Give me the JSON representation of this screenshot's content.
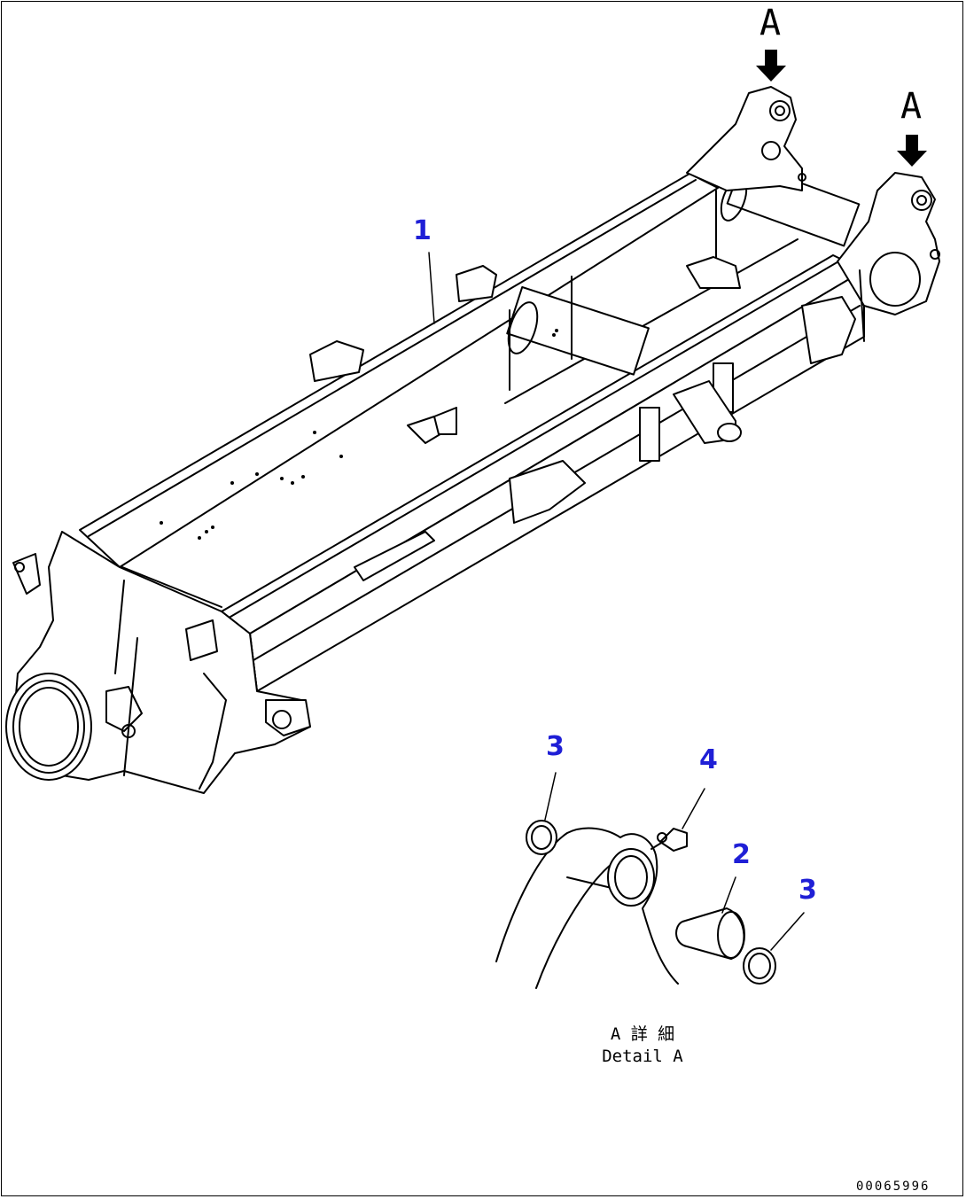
{
  "diagram": {
    "callouts": [
      {
        "id": "1",
        "label": "1"
      },
      {
        "id": "2",
        "label": "2"
      },
      {
        "id": "3a",
        "label": "3"
      },
      {
        "id": "3b",
        "label": "3"
      },
      {
        "id": "4",
        "label": "4"
      }
    ],
    "view_marks": [
      "A",
      "A"
    ],
    "detail_caption_jp": "A 詳 細",
    "detail_caption_en": "Detail A",
    "document_number": "00065996",
    "colors": {
      "callout": "#1f1fd6",
      "line": "#000000"
    }
  }
}
